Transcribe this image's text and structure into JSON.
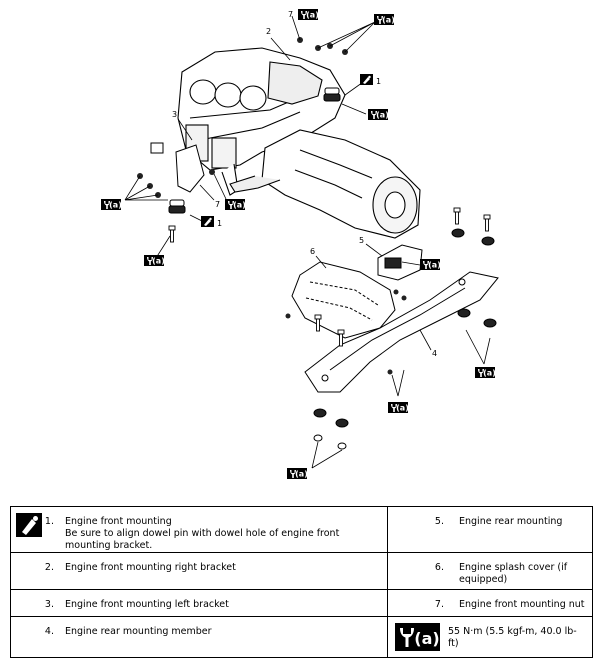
{
  "diagram": {
    "callouts": [
      "1",
      "1",
      "2",
      "3",
      "4",
      "5",
      "6",
      "7",
      "7"
    ],
    "torque_ref": "(a)"
  },
  "legend": {
    "items": [
      {
        "num": "1.",
        "text": "Engine front mounting",
        "note": "Be sure to align dowel pin with dowel hole of engine front mounting bracket."
      },
      {
        "num": "2.",
        "text": "Engine front mounting right bracket"
      },
      {
        "num": "3.",
        "text": "Engine front mounting left bracket"
      },
      {
        "num": "4.",
        "text": "Engine rear mounting member"
      },
      {
        "num": "5.",
        "text": "Engine rear mounting"
      },
      {
        "num": "6.",
        "text": "Engine splash cover (if equipped)"
      },
      {
        "num": "7.",
        "text": "Engine front mounting nut"
      }
    ],
    "torque": {
      "symbol": "(a)",
      "value": "55 N·m (5.5 kgf-m, 40.0 lb-ft)"
    }
  }
}
